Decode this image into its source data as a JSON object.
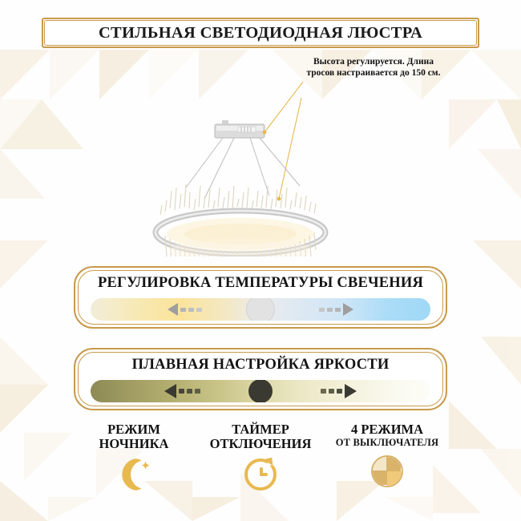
{
  "header": {
    "title": "СТИЛЬНАЯ СВЕТОДИОДНАЯ ЛЮСТРА"
  },
  "illustration": {
    "callout": "Высота регулируется. Длина тросов настраивается до 150 см.",
    "product_name": "светодиодная люстра",
    "icon_canopy": "ceiling-mount-icon",
    "icon_cables": "suspension-cables-icon"
  },
  "panels": [
    {
      "title": "РЕГУЛИРОВКА ТЕМПЕРАТУРЫ СВЕЧЕНИЯ",
      "slider_name": "color-temperature-slider",
      "knob_position_percent": 50,
      "gradient_from": "#fbe49a",
      "gradient_to": "#9fd8f5",
      "left_arrow_icon": "arrow-left-icon",
      "right_arrow_icon": "arrow-right-icon"
    },
    {
      "title": "ПЛАВНАЯ НАСТРОЙКА ЯРКОСТИ",
      "slider_name": "brightness-slider",
      "knob_position_percent": 50,
      "gradient_from": "#8d8a56",
      "gradient_to": "#fdfdf8",
      "left_arrow_icon": "arrow-left-icon",
      "right_arrow_icon": "arrow-right-icon"
    }
  ],
  "modes": [
    {
      "line1": "РЕЖИМ",
      "line2": "НОЧНИКА",
      "icon": "moon-star-icon",
      "icon_color": "#e8b94f"
    },
    {
      "line1": "ТАЙМЕР",
      "line2": "ОТКЛЮЧЕНИЯ",
      "icon": "clock-timer-icon",
      "icon_color": "#e8b94f"
    },
    {
      "line1": "4 РЕЖИМА",
      "line2": "ОТ ВЫКЛЮЧАТЕЛЯ",
      "icon": "four-quadrant-circle-icon",
      "icon_color": "#f0c97a"
    }
  ],
  "colors": {
    "frame_gold": "#c79a4b",
    "accent_gold": "#e8b94f",
    "text_dark": "#111111",
    "background": "#ffffff"
  }
}
